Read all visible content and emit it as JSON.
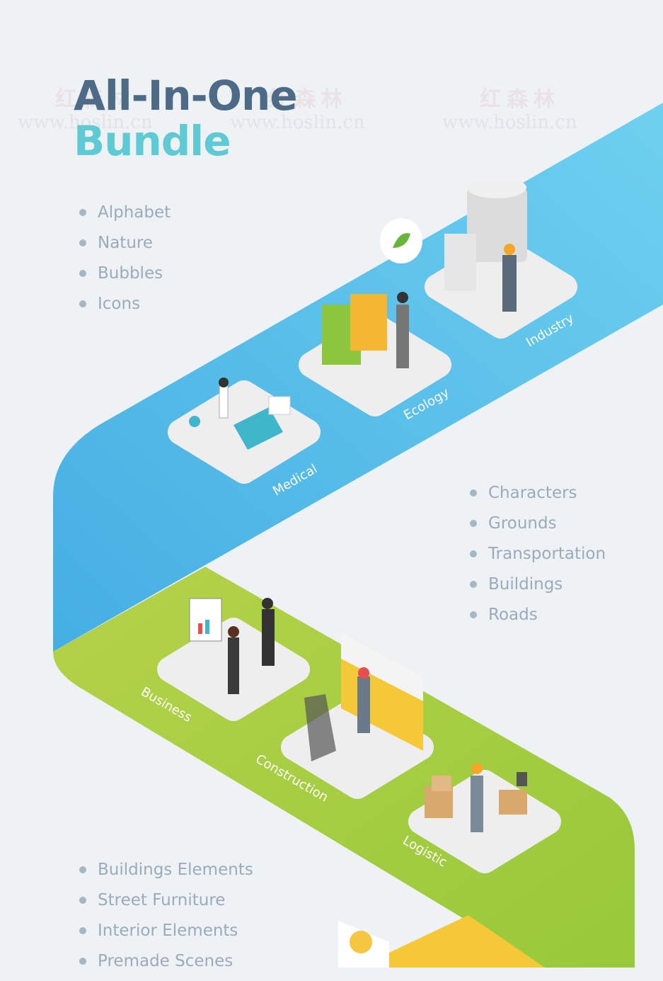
{
  "header": {
    "title_line1": "All-In-One",
    "title_line2": "Bundle"
  },
  "list_top": [
    "Alphabet",
    "Nature",
    "Bubbles",
    "Icons"
  ],
  "list_middle": [
    "Characters",
    "Grounds",
    "Transportation",
    "Buildings",
    "Roads"
  ],
  "list_bottom": [
    "Buildings Elements",
    "Street Furniture",
    "Interior Elements",
    "Premade Scenes"
  ],
  "scenes": [
    "Medical",
    "Ecology",
    "Industry",
    "Business",
    "Construction",
    "Logistic"
  ],
  "watermark": {
    "cn": "红森林",
    "url": "www.hoslin.cn"
  },
  "colors": {
    "blue": "#56bde8",
    "green": "#a3cd3d",
    "yellow": "#f5c838",
    "title_dark": "#4d6a86",
    "title_teal": "#5fcad3"
  }
}
